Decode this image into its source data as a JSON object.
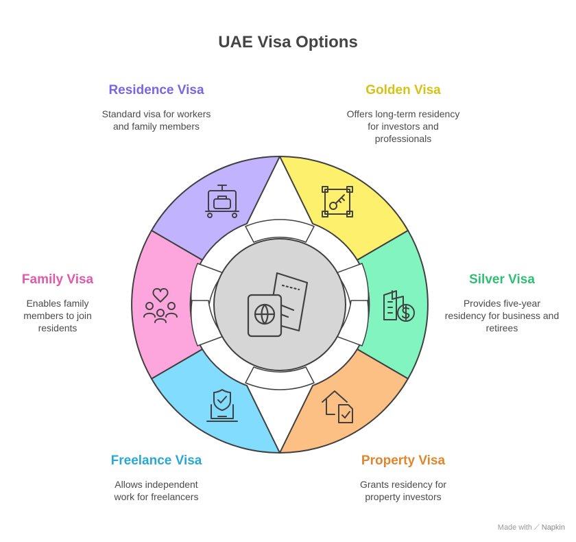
{
  "title": "UAE Visa Options",
  "segments": [
    {
      "key": "residence",
      "title": "Residence Visa",
      "description": "Standard visa for workers and family members",
      "color": "#c1b3fd",
      "title_color": "#7b64e6",
      "icon": "luggage-trolley-icon"
    },
    {
      "key": "golden",
      "title": "Golden Visa",
      "description": "Offers long-term residency for investors and professionals",
      "color": "#fdf06c",
      "title_color": "#d6c217",
      "icon": "framed-key-icon"
    },
    {
      "key": "silver",
      "title": "Silver Visa",
      "description": "Provides five-year residency for business and retirees",
      "color": "#82f4bf",
      "title_color": "#2fbf72",
      "icon": "building-dollar-icon"
    },
    {
      "key": "property",
      "title": "Property Visa",
      "description": "Grants residency for property investors",
      "color": "#fdc084",
      "title_color": "#e0862d",
      "icon": "house-document-icon"
    },
    {
      "key": "freelance",
      "title": "Freelance Visa",
      "description": "Allows independent work for freelancers",
      "color": "#82dcfd",
      "title_color": "#2aa8d4",
      "icon": "laptop-shield-icon"
    },
    {
      "key": "family",
      "title": "Family Visa",
      "description": "Enables family members to join residents",
      "color": "#fda6de",
      "title_color": "#e05aab",
      "icon": "family-heart-icon"
    }
  ],
  "center": {
    "icon": "passport-ticket-icon",
    "color": "#d6d6d6"
  },
  "footer": {
    "prefix": "Made with",
    "brand": "Napkin"
  }
}
